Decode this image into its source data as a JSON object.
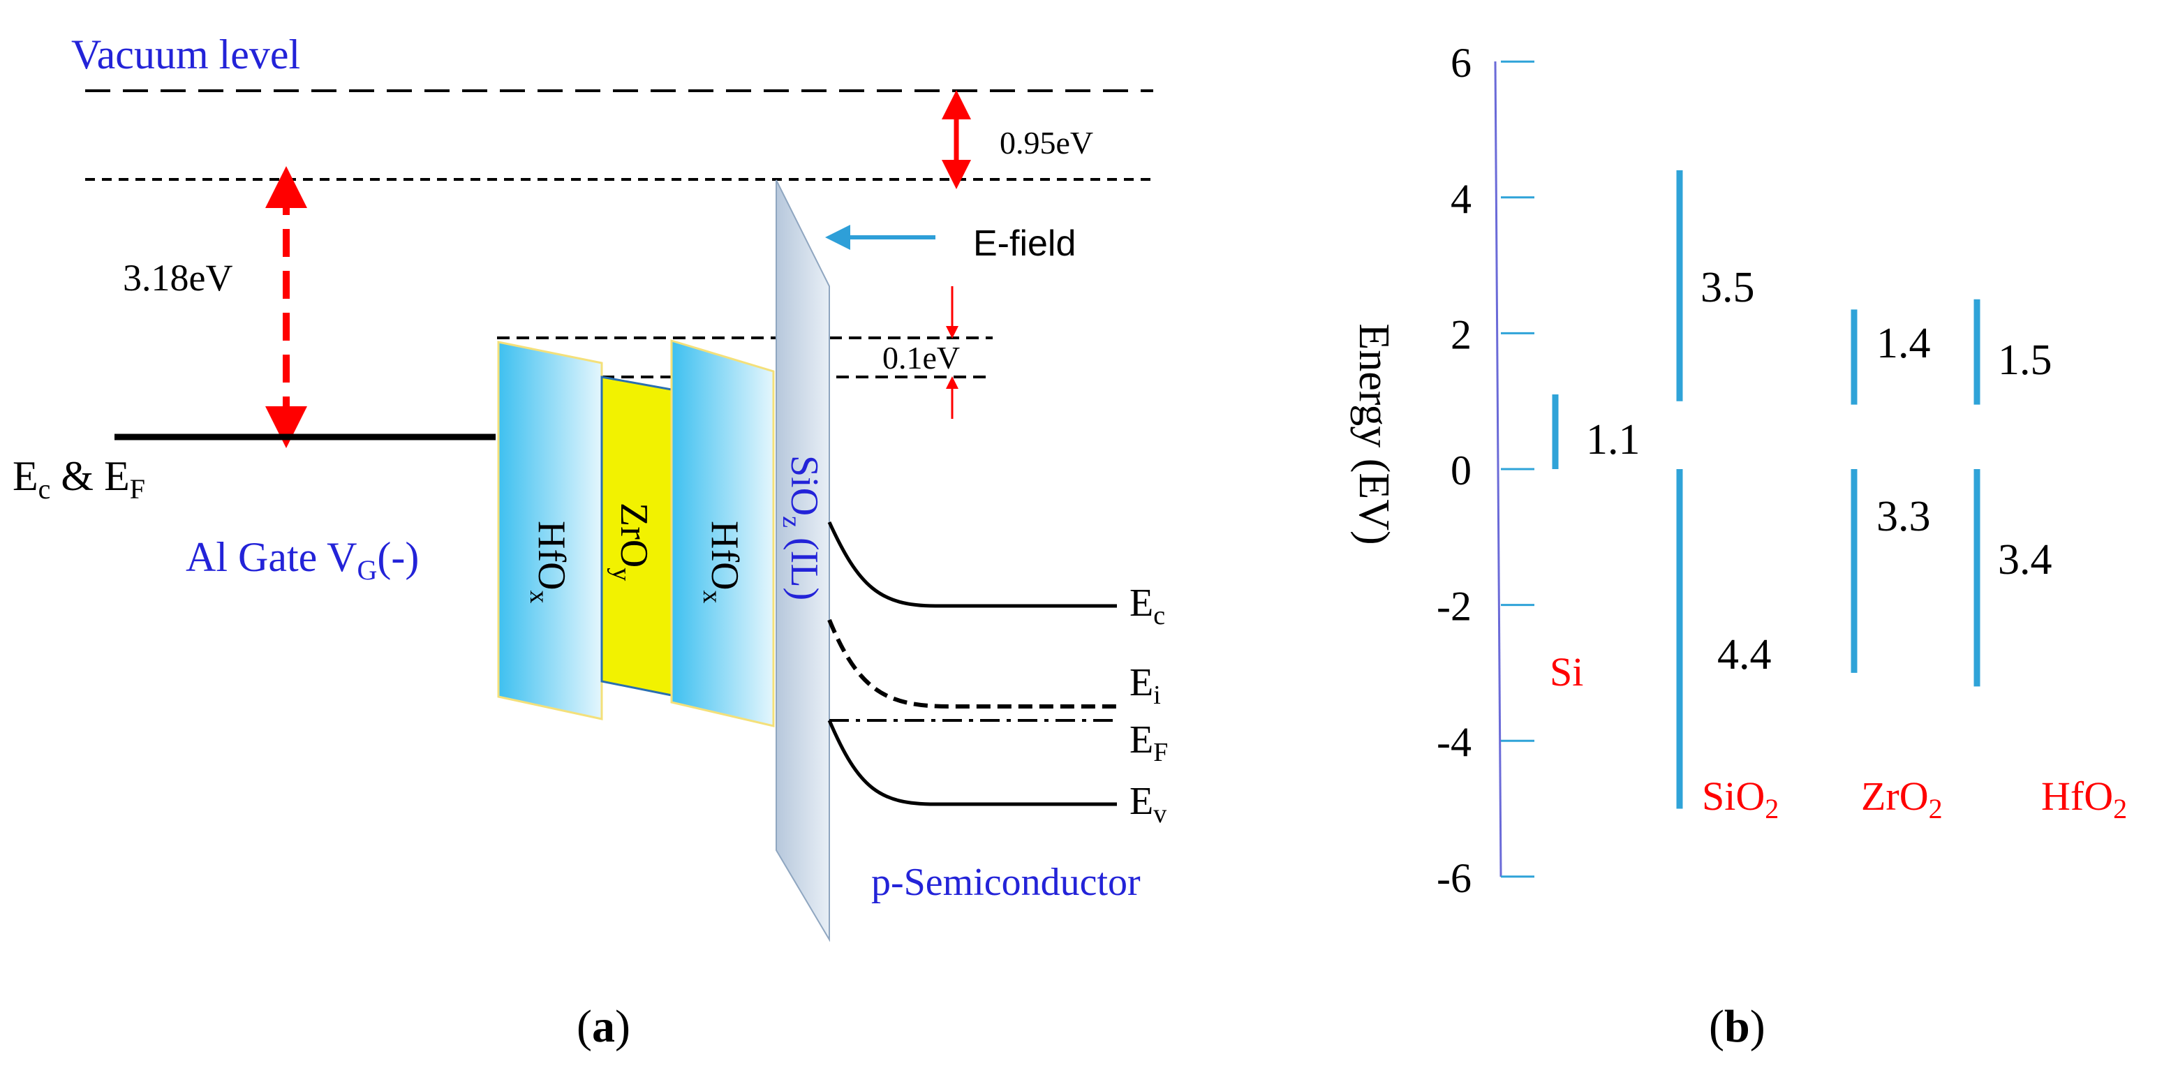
{
  "panel_a": {
    "caption": "a",
    "vacuum_level": "Vacuum level",
    "gap_top": "0.95eV",
    "gap_gate": "3.18eV",
    "gap_small": "0.1eV",
    "efield": "E-field",
    "gate_main": "E",
    "gate_sub1": "c",
    "gate_amp": " & E",
    "gate_sub2": "F",
    "al_gate_main": "Al Gate V",
    "al_gate_sub": "G",
    "al_gate_tail": "(-)",
    "hfo_left_main": "HfO",
    "hfo_left_sub": "x",
    "zro_main": "ZrO",
    "zro_sub": "y",
    "hfo_right_main": "HfO",
    "hfo_right_sub": "x",
    "sio_main": "SiO",
    "sio_sub": "z",
    "sio_tail": " (IL)",
    "ec_main": "E",
    "ec_sub": "c",
    "ei_main": "E",
    "ei_sub": "i",
    "ef_main": "E",
    "ef_sub": "F",
    "ev_main": "E",
    "ev_sub": "v",
    "semiconductor": "p-Semiconductor",
    "colors": {
      "vacuum_text": "#2323d8",
      "arrow_red": "#ff0000",
      "efield_arrow": "#2e9fd8",
      "hfo_fill": "#5ccbf2",
      "zro_fill": "#f2f200",
      "sio_fill": "#c5d4e4"
    }
  },
  "panel_b": {
    "caption": "b",
    "ylabel": "Energy (EV)",
    "ticks": [
      "6",
      "4",
      "2",
      "0",
      "-2",
      "-4",
      "-6"
    ],
    "materials": [
      {
        "main": "Si",
        "sub": ""
      },
      {
        "main": "SiO",
        "sub": "2"
      },
      {
        "main": "ZrO",
        "sub": "2"
      },
      {
        "main": "HfO",
        "sub": "2"
      }
    ],
    "offsets": {
      "si": "1.1",
      "sio2_cb": "3.5",
      "sio2_vb": "4.4",
      "zro2_cb": "1.4",
      "zro2_vb": "3.3",
      "hfo2_cb": "1.5",
      "hfo2_vb": "3.4"
    },
    "colors": {
      "bar": "#2fa3d8",
      "axis": "#6b6bd8",
      "material_text": "#ff0000"
    }
  },
  "chart_data": {
    "type": "bar",
    "ylabel": "Energy (EV)",
    "ylim": [
      -6,
      6
    ],
    "yticks": [
      6,
      4,
      2,
      0,
      -2,
      -4,
      -6
    ],
    "categories": [
      "Si",
      "SiO2",
      "ZrO2",
      "HfO2"
    ],
    "segments": [
      {
        "category": "Si",
        "from": 0,
        "to": 1.1,
        "label": "1.1"
      },
      {
        "category": "SiO2",
        "from": 1.0,
        "to": 4.4,
        "label": "3.5"
      },
      {
        "category": "SiO2",
        "from": 0,
        "to": -5.0,
        "label": "4.4"
      },
      {
        "category": "ZrO2",
        "from": 0.95,
        "to": 2.35,
        "label": "1.4"
      },
      {
        "category": "ZrO2",
        "from": 0,
        "to": -3.0,
        "label": "3.3"
      },
      {
        "category": "HfO2",
        "from": 0.95,
        "to": 2.5,
        "label": "1.5"
      },
      {
        "category": "HfO2",
        "from": 0,
        "to": -3.2,
        "label": "3.4"
      }
    ]
  }
}
